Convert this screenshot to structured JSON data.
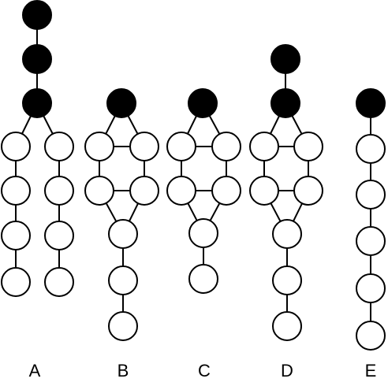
{
  "labels": {
    "a": "A",
    "b": "B",
    "c": "C",
    "d": "D",
    "e": "E"
  },
  "colors": {
    "filled_node": "#000000",
    "empty_node": "#ffffff",
    "edge": "#000000"
  }
}
